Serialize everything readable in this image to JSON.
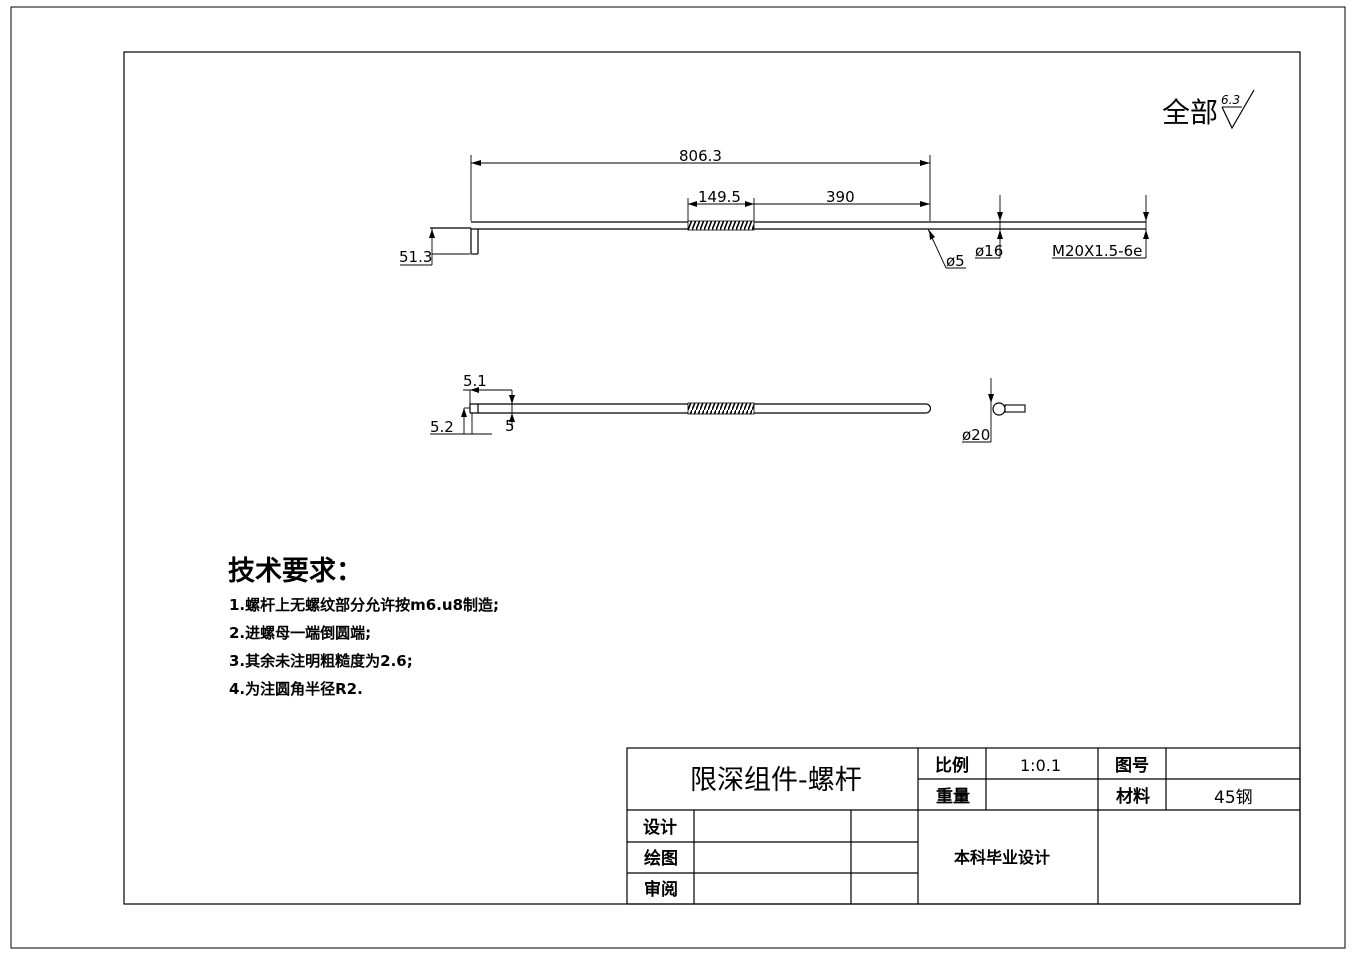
{
  "surface": {
    "label": "全部",
    "roughness": "6.3"
  },
  "dims": {
    "total_length": "806.3",
    "thread_length": "149.5",
    "offset": "390",
    "hook": "51.3",
    "d_small": "ø5",
    "d_shaft": "ø16",
    "thread": "M20X1.5-6e",
    "top_w": "5.1",
    "side_w": "5.2",
    "side_h": "5",
    "d_end": "ø20"
  },
  "requirements": {
    "title": "技术要求：",
    "items": [
      "1.螺杆上无螺纹部分允许按m6.u8制造;",
      "2.进螺母一端倒圆端;",
      "3.其余未注明粗糙度为2.6;",
      "4.为注圆角半径R2."
    ]
  },
  "title_block": {
    "part_name": "限深组件-螺杆",
    "scale_label": "比例",
    "scale_value": "1:0.1",
    "drawing_no_label": "图号",
    "drawing_no_value": "",
    "weight_label": "重量",
    "weight_value": "",
    "material_label": "材料",
    "material_value": "45钢",
    "design_label": "设计",
    "draw_label": "绘图",
    "review_label": "审阅",
    "project": "本科毕业设计"
  }
}
